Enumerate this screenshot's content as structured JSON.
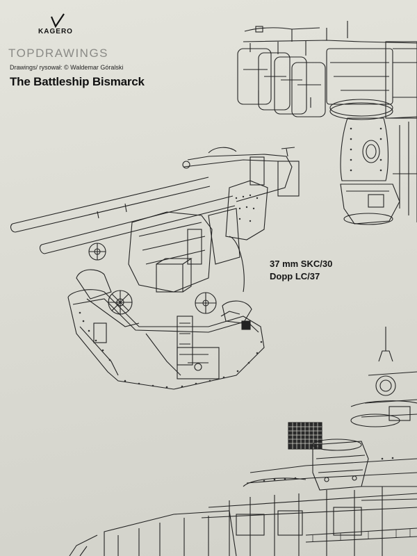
{
  "brand": {
    "publisher": "KAGERO",
    "series": "TOPDRAWINGS"
  },
  "credit": "Drawings/ rysował: © Waldemar Góralski",
  "title": "The Battleship Bismarck",
  "caption": {
    "line1": "37 mm SKC/30",
    "line2": "Dopp LC/37"
  },
  "colors": {
    "paper": "#dcdcd4",
    "ink": "#151515",
    "series_gray": "#8a8a86"
  }
}
